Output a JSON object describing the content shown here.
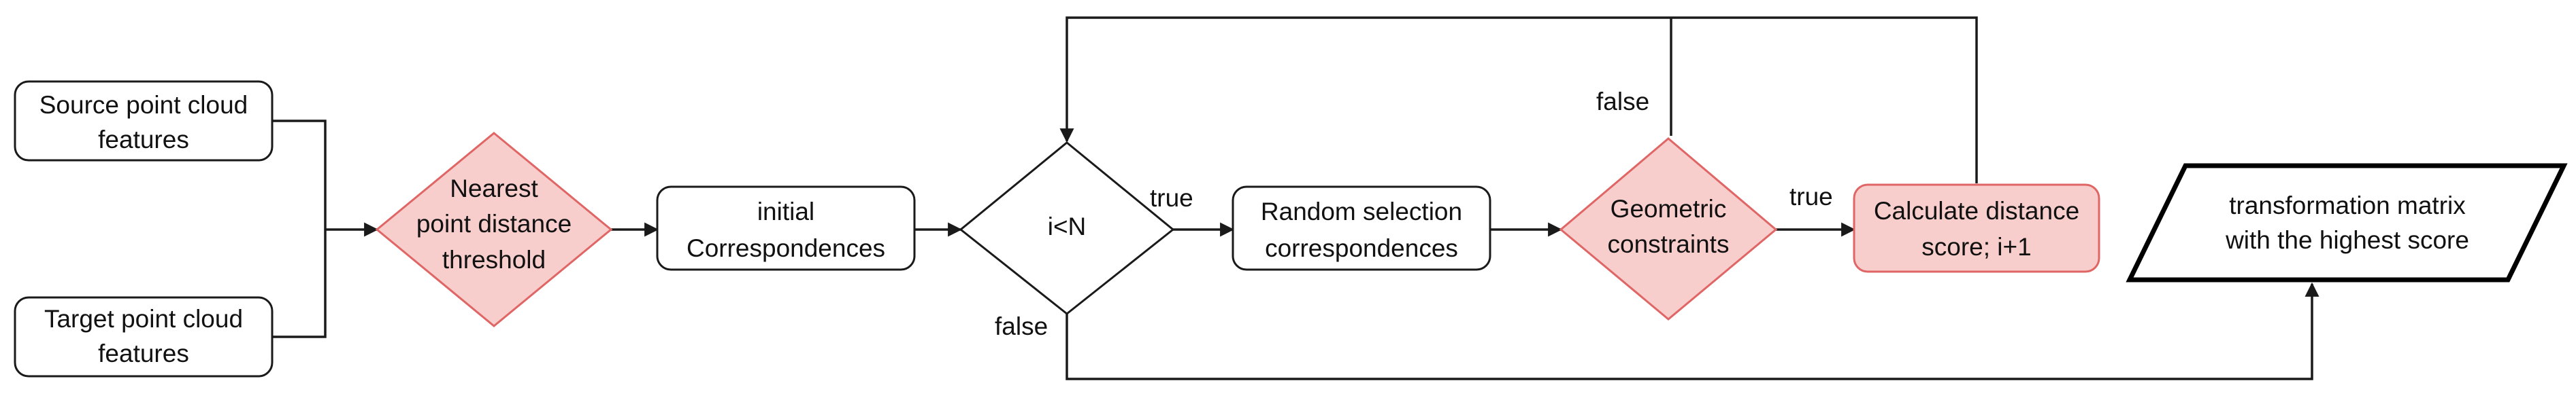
{
  "nodes": {
    "source": [
      "Source point cloud",
      "features"
    ],
    "target": [
      "Target point cloud",
      "features"
    ],
    "nearest": [
      "Nearest",
      "point distance",
      "threshold"
    ],
    "initial": [
      "initial",
      "Correspondences"
    ],
    "cond": [
      "i<N"
    ],
    "random": [
      "Random selection",
      "correspondences"
    ],
    "geometric": [
      "Geometric",
      "constraints"
    ],
    "calculate": [
      "Calculate distance",
      "score; i+1"
    ],
    "output": [
      "transformation matrix",
      "with the highest score"
    ]
  },
  "edge_labels": {
    "cond_true": "true",
    "cond_false": "false",
    "geo_true": "true",
    "geo_false": "false"
  },
  "colors": {
    "highlight_fill": "#f8cecc",
    "highlight_stroke": "#e06666",
    "stroke": "#1a1a1a"
  }
}
